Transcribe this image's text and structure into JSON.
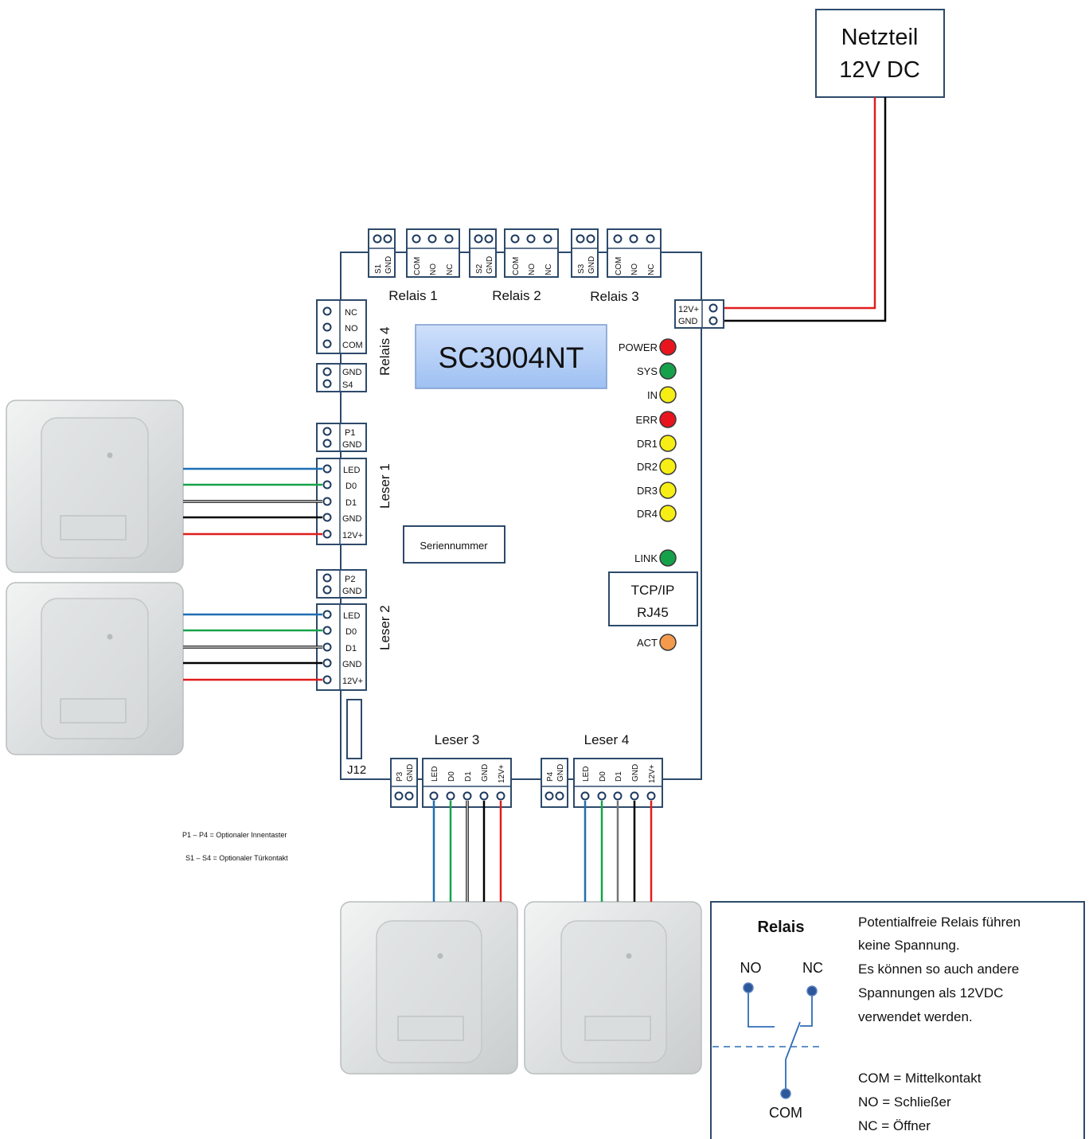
{
  "psu": {
    "line1": "Netzteil",
    "line2": "12V DC"
  },
  "controller": {
    "model": "SC3004NT",
    "serial_label": "Seriennummer",
    "tcpip": {
      "line1": "TCP/IP",
      "line2": "RJ45"
    },
    "jumper_label": "J12"
  },
  "power_terminal": {
    "pins": [
      "12V+",
      "GND"
    ]
  },
  "top_terminals": {
    "s1": [
      "S1",
      "GND"
    ],
    "relay1": [
      "COM",
      "NO",
      "NC"
    ],
    "s2": [
      "S2",
      "GND"
    ],
    "relay2": [
      "COM",
      "NO",
      "NC"
    ],
    "s3": [
      "S3",
      "GND"
    ],
    "relay3": [
      "COM",
      "NO",
      "NC"
    ]
  },
  "relay_labels": {
    "relais1": "Relais 1",
    "relais2": "Relais 2",
    "relais3": "Relais 3",
    "relais4": "Relais 4"
  },
  "left_terminals": {
    "relay4": [
      "NC",
      "NO",
      "COM"
    ],
    "s4": [
      "GND",
      "S4"
    ],
    "p1": [
      "P1",
      "GND"
    ],
    "reader1": [
      "LED",
      "D0",
      "D1",
      "GND",
      "12V+"
    ],
    "p2": [
      "P2",
      "GND"
    ],
    "reader2": [
      "LED",
      "D0",
      "D1",
      "GND",
      "12V+"
    ]
  },
  "bottom_terminals": {
    "p3": [
      "P3",
      "GND"
    ],
    "reader3": [
      "LED",
      "D0",
      "D1",
      "GND",
      "12V+"
    ],
    "p4": [
      "P4",
      "GND"
    ],
    "reader4": [
      "LED",
      "D0",
      "D1",
      "GND",
      "12V+"
    ]
  },
  "reader_labels": {
    "leser1": "Leser 1",
    "leser2": "Leser 2",
    "leser3": "Leser 3",
    "leser4": "Leser 4"
  },
  "leds": [
    {
      "label": "POWER",
      "color": "#e8141e"
    },
    {
      "label": "SYS",
      "color": "#15a04a"
    },
    {
      "label": "IN",
      "color": "#f6ee14"
    },
    {
      "label": "ERR",
      "color": "#e8141e"
    },
    {
      "label": "DR1",
      "color": "#f6ee14"
    },
    {
      "label": "DR2",
      "color": "#f6ee14"
    },
    {
      "label": "DR3",
      "color": "#f6ee14"
    },
    {
      "label": "DR4",
      "color": "#f6ee14"
    },
    {
      "label": "LINK",
      "color": "#15a04a"
    },
    {
      "label": "ACT",
      "color": "#f39a4c"
    }
  ],
  "wire_colors": {
    "LED": "#1f6fb4",
    "D0": "#16a34a",
    "D1": "#ffffff",
    "GND": "#000000",
    "12V+": "#e11d1d"
  },
  "notes": {
    "p_note": "P1 – P4 = Optionaler Innentaster",
    "s_note": "S1 – S4 = Optionaler Türkontakt"
  },
  "legend": {
    "title": "Relais",
    "no": "NO",
    "nc": "NC",
    "com": "COM",
    "text_lines": [
      "Potentialfreie Relais führen",
      "keine Spannung.",
      "Es können so auch andere",
      "Spannungen als 12VDC",
      "verwendet werden."
    ],
    "def_lines": [
      "COM = Mittelkontakt",
      "NO = Schließer",
      "NC = Öffner"
    ]
  }
}
